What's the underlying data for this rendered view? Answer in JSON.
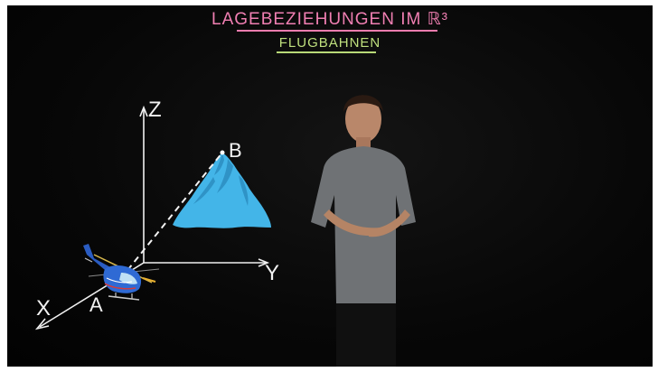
{
  "header": {
    "title": "LAGEBEZIEHUNGEN IM ℝ³",
    "subtitle": "FLUGBAHNEN"
  },
  "diagram": {
    "axis_z": "Z",
    "axis_y": "Y",
    "axis_x": "X",
    "point_a": "A",
    "point_b": "B"
  },
  "colors": {
    "background": "#060606",
    "title": "#f07fb2",
    "subtitle": "#bfe07e",
    "mountain": "#3fb3e6",
    "helicopter": "#2c64c8"
  },
  "icons": [
    "mountain-icon",
    "helicopter-icon"
  ]
}
